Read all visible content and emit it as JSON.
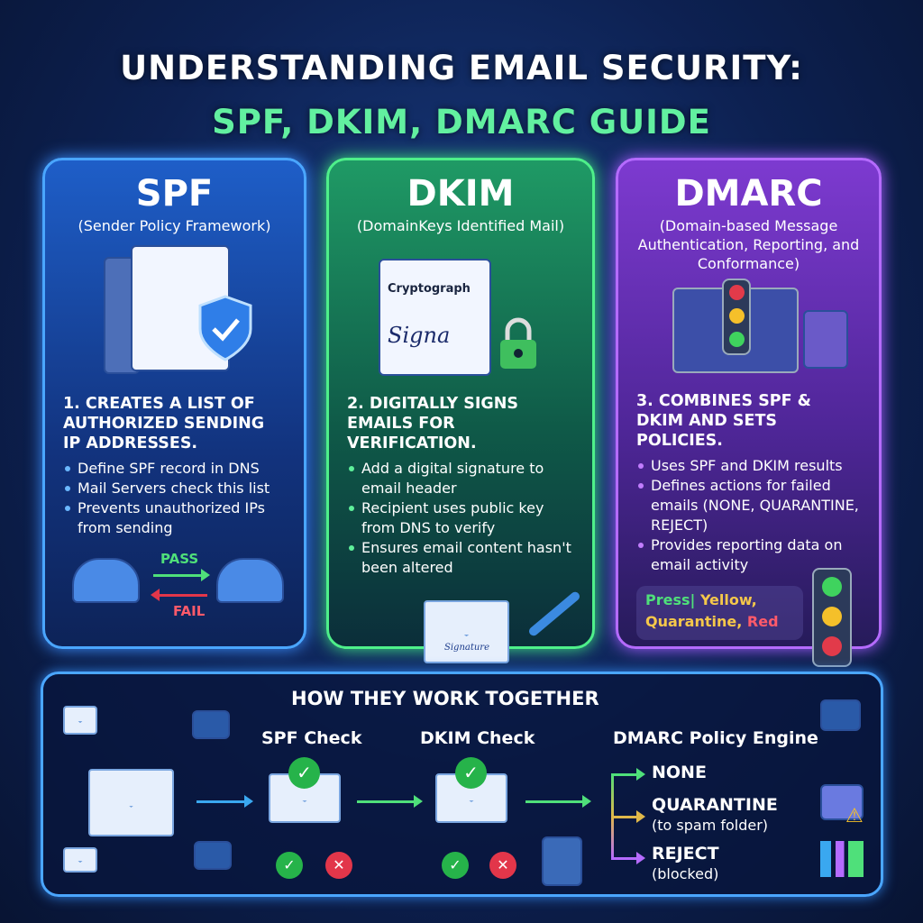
{
  "title": {
    "line1": "UNDERSTANDING EMAIL SECURITY:",
    "line2": "SPF, DKIM, DMARC GUIDE"
  },
  "colors": {
    "spf": "#1e5ec8",
    "dkim": "#1f9a65",
    "dmarc": "#7d3ad0",
    "accent_green": "#62f0a0",
    "background": "#0d2152"
  },
  "cards": [
    {
      "heading": "SPF",
      "subtitle": "(Sender Policy Framework)",
      "point": "1. Creates a list of authorized sending IP addresses.",
      "bullets": [
        "Define SPF record in DNS",
        "Mail Servers check this list",
        "Prevents unauthorized IPs from sending"
      ],
      "art": {
        "pass": "PASS",
        "fail": "FAIL"
      }
    },
    {
      "heading": "DKIM",
      "subtitle": "(DomainKeys Identified Mail)",
      "point": "2. Digitally signs emails for verification.",
      "bullets": [
        "Add a digital signature to email header",
        "Recipient uses public key from DNS to verify",
        "Ensures email content hasn't been altered"
      ],
      "art": {
        "doc_title": "Cryptograph",
        "signature": "Signa",
        "envelope_signature": "Signature"
      }
    },
    {
      "heading": "DMARC",
      "subtitle": "(Domain-based Message Authentication, Reporting, and Conformance)",
      "point": "3. Combines SPF & DKIM and sets policies.",
      "bullets": [
        "Uses SPF and DKIM results",
        "Defines actions for failed emails (NONE, QUARANTINE, REJECT)",
        "Provides reporting data on email activity"
      ],
      "legend": {
        "green": "Press|",
        "yellow": "Yellow,",
        "quarantine": "Quarantine,",
        "red": "Red"
      }
    }
  ],
  "flow": {
    "title": "HOW THEY WORK TOGETHER",
    "spf_check": "SPF Check",
    "dkim_check": "DKIM Check",
    "engine": "DMARC Policy Engine",
    "outcomes": [
      {
        "label": "NONE",
        "note": ""
      },
      {
        "label": "QUARANTINE",
        "note": "(to spam folder)"
      },
      {
        "label": "REJECT",
        "note": "(blocked)"
      }
    ]
  }
}
